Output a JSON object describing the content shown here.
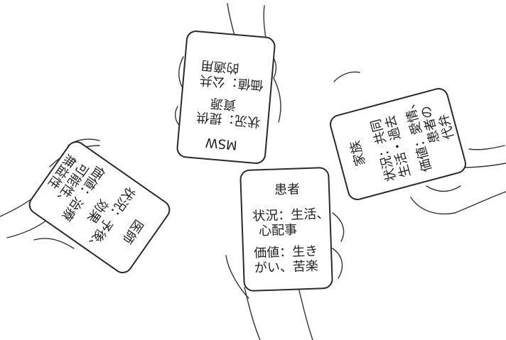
{
  "cards": {
    "patient": {
      "role": "患者",
      "situation": [
        "状況：生活、",
        "心配事"
      ],
      "values": [
        "価値：生き",
        "がい、苦楽"
      ]
    },
    "msw": {
      "role": "MSW",
      "situation": [
        "状況：提供",
        "資源"
      ],
      "values": [
        "価値：公共",
        "的適用"
      ]
    },
    "doctor": {
      "role": "医師",
      "situation": [
        "状況：予後、",
        "効果"
      ],
      "values": [
        "価値：治療",
        "可能性、",
        "無益性"
      ]
    },
    "family": {
      "role": "家族",
      "situation": [
        "状況：共同",
        "生活・過去"
      ],
      "values": [
        "価値：愛情、",
        "患者の",
        "代弁"
      ]
    }
  }
}
